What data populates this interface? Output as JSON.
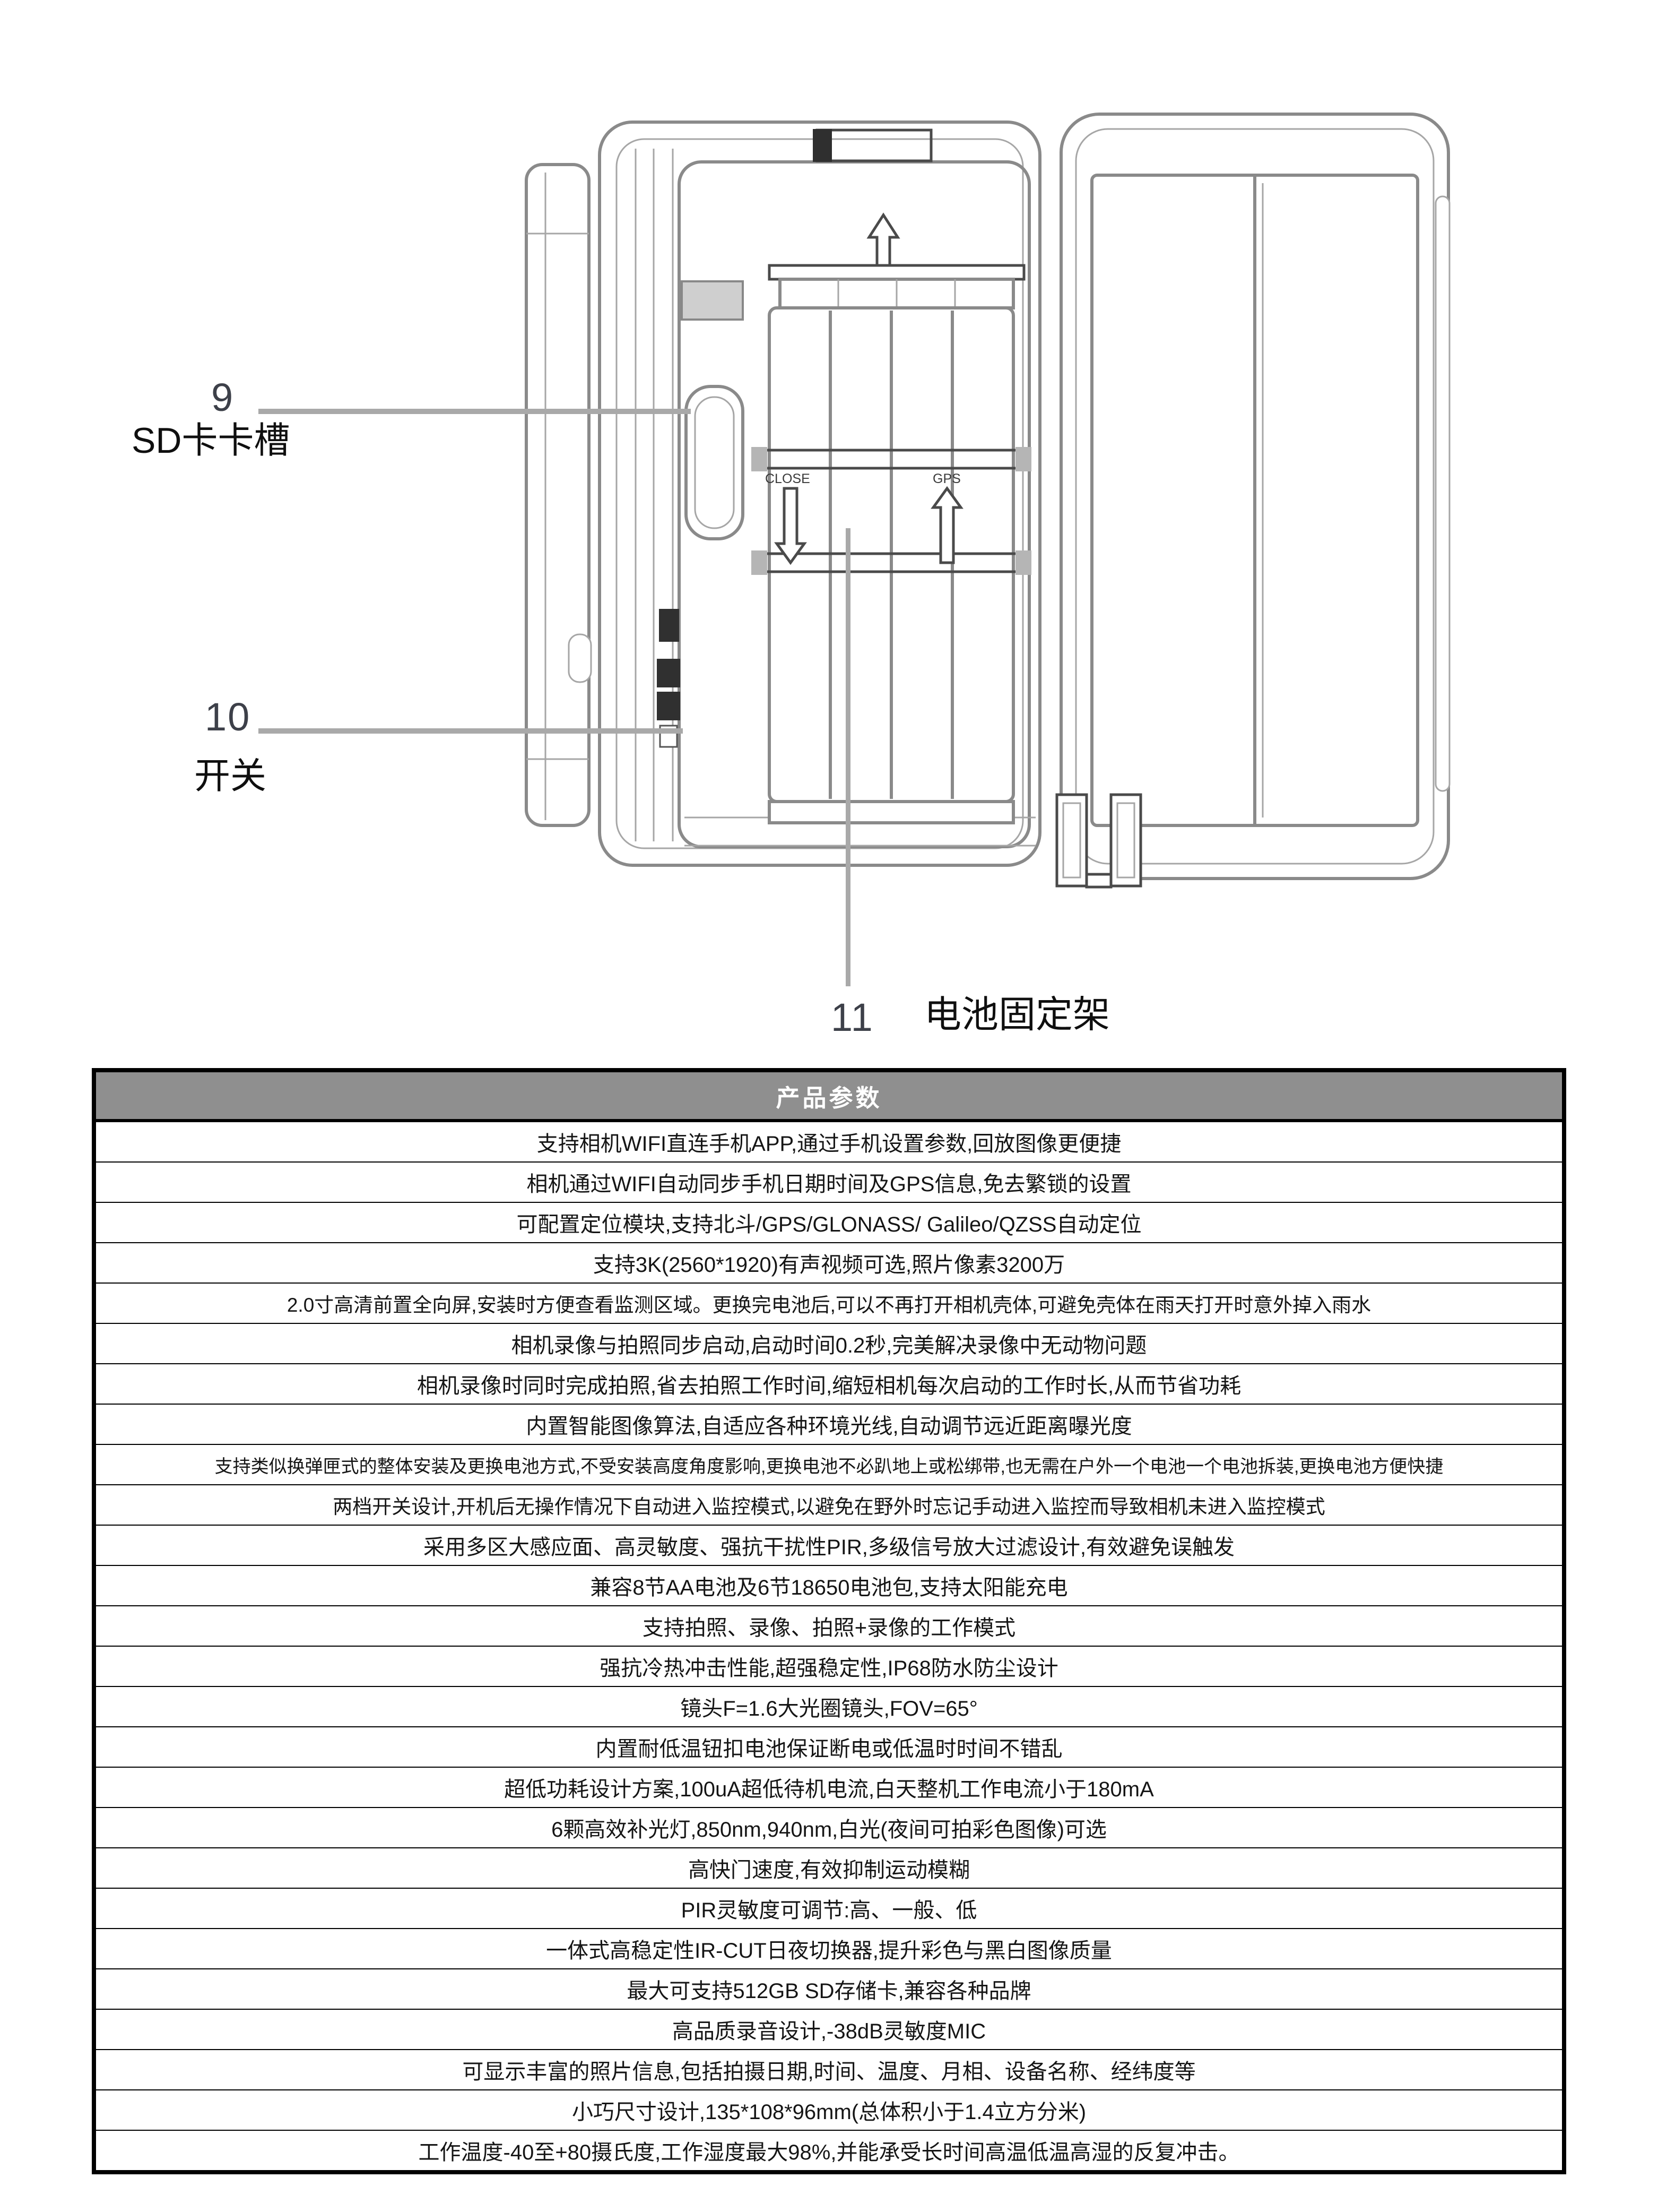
{
  "figure": {
    "callouts": [
      {
        "number": "9",
        "label": "SD卡卡槽"
      },
      {
        "number": "10",
        "label": "开关"
      },
      {
        "number": "11",
        "label": "电池固定架"
      }
    ],
    "diagram_texts": {
      "close": "CLOSE",
      "gps": "GPS"
    }
  },
  "spec_table": {
    "title": "产品参数",
    "colors": {
      "header_bg": "#8f8f8f",
      "header_text": "#ffffff",
      "border": "#000000",
      "row_text": "#151515",
      "leader_line": "#a9a9a9"
    },
    "rows": [
      "支持相机WIFI直连手机APP,通过手机设置参数,回放图像更便捷",
      "相机通过WIFI自动同步手机日期时间及GPS信息,免去繁锁的设置",
      "可配置定位模块,支持北斗/GPS/GLONASS/ Galileo/QZSS自动定位",
      "支持3K(2560*1920)有声视频可选,照片像素3200万",
      "2.0寸高清前置全向屏,安装时方便查看监测区域。更换完电池后,可以不再打开相机壳体,可避免壳体在雨天打开时意外掉入雨水",
      "相机录像与拍照同步启动,启动时间0.2秒,完美解决录像中无动物问题",
      "相机录像时同时完成拍照,省去拍照工作时间,缩短相机每次启动的工作时长,从而节省功耗",
      "内置智能图像算法,自适应各种环境光线,自动调节远近距离曝光度",
      "支持类似换弹匣式的整体安装及更换电池方式,不受安装高度角度影响,更换电池不必趴地上或松绑带,也无需在户外一个电池一个电池拆装,更换电池方便快捷",
      "两档开关设计,开机后无操作情况下自动进入监控模式,以避免在野外时忘记手动进入监控而导致相机未进入监控模式",
      "采用多区大感应面、高灵敏度、强抗干扰性PIR,多级信号放大过滤设计,有效避免误触发",
      "兼容8节AA电池及6节18650电池包,支持太阳能充电",
      "支持拍照、录像、拍照+录像的工作模式",
      "强抗冷热冲击性能,超强稳定性,IP68防水防尘设计",
      "镜头F=1.6大光圈镜头,FOV=65°",
      "内置耐低温钮扣电池保证断电或低温时时间不错乱",
      "超低功耗设计方案,100uA超低待机电流,白天整机工作电流小于180mA",
      "6颗高效补光灯,850nm,940nm,白光(夜间可拍彩色图像)可选",
      "高快门速度,有效抑制运动模糊",
      "PIR灵敏度可调节:高、一般、低",
      "一体式高稳定性IR-CUT日夜切换器,提升彩色与黑白图像质量",
      "最大可支持512GB SD存储卡,兼容各种品牌",
      "高品质录音设计,-38dB灵敏度MIC",
      "可显示丰富的照片信息,包括拍摄日期,时间、温度、月相、设备名称、经纬度等",
      "小巧尺寸设计,135*108*96mm(总体积小于1.4立方分米)",
      "工作温度-40至+80摄氏度,工作湿度最大98%,并能承受长时间高温低温高湿的反复冲击。"
    ]
  }
}
